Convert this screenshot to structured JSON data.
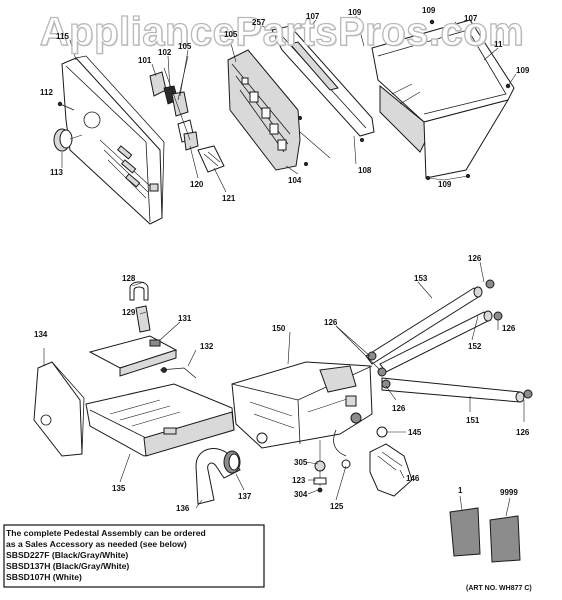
{
  "watermark": "AppliancePartsPros.com",
  "labels": {
    "c1": "1",
    "c11": "11",
    "c101": "101",
    "c102": "102",
    "c104": "104",
    "c105a": "105",
    "c105b": "105",
    "c107a": "107",
    "c107b": "107",
    "c108": "108",
    "c109a": "109",
    "c109b": "109",
    "c109c": "109",
    "c109d": "109",
    "c112": "112",
    "c113": "113",
    "c115": "115",
    "c120": "120",
    "c121": "121",
    "c123": "123",
    "c125": "125",
    "c126a": "126",
    "c126b": "126",
    "c126c": "126",
    "c126d": "126",
    "c126e": "126",
    "c128": "128",
    "c129": "129",
    "c131": "131",
    "c132": "132",
    "c134": "134",
    "c135": "135",
    "c136": "136",
    "c137": "137",
    "c145": "145",
    "c146": "146",
    "c150": "150",
    "c151": "151",
    "c152": "152",
    "c153": "153",
    "c304": "304",
    "c305": "305",
    "c9999": "9999",
    "c257": "257"
  },
  "note": {
    "line1": "The complete Pedestal Assembly can be ordered",
    "line2": "as a Sales Accessory as needed (see below)",
    "line3": "SBSD227F (Black/Gray/White)",
    "line4": "SBSD137H (Black/Gray/White)",
    "line5": "SBSD107H (White)"
  },
  "art_number": "(ART NO. WH877 C)"
}
